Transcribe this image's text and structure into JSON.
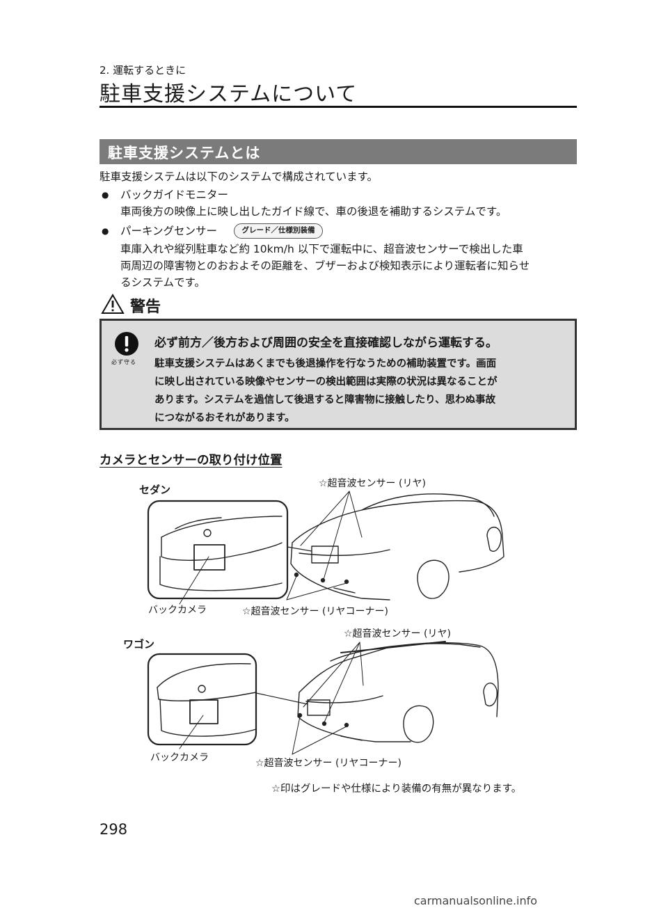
{
  "header": {
    "breadcrumb": "2. 運転するときに",
    "title": "駐車支援システムについて"
  },
  "section": {
    "title": "駐車支援システムとは"
  },
  "intro": "駐車支援システムは以下のシステムで構成されています。",
  "items": [
    {
      "bullet": "●",
      "name": "バックガイドモニター",
      "desc": "車両後方の映像上に映し出したガイド線で、車の後退を補助するシステムです。"
    },
    {
      "bullet": "●",
      "name": "パーキングセンサー",
      "badge": "グレード／仕様別装備",
      "desc_lines": [
        "車庫入れや縦列駐車など約 10km/h 以下で運転中に、超音波センサーで検出した車",
        "両周辺の障害物とのおおよその距離を、ブザーおよび検知表示により運転者に知らせ",
        "るシステムです。"
      ]
    }
  ],
  "warning": {
    "label": "警告",
    "must_label": "必ず守る",
    "lead": "必ず前方／後方および周囲の安全を直接確認しながら運転する。",
    "body_lines": [
      "駐車支援システムはあくまでも後退操作を行なうための補助装置です。画面",
      "に映し出されている映像やセンサーの検出範囲は実際の状況は異なることが",
      "あります。システムを過信して後退すると障害物に接触したり、思わぬ事故",
      "につながるおそれがあります。"
    ]
  },
  "figure": {
    "heading": "カメラとセンサーの取り付け位置",
    "sedan": {
      "label": "セダン",
      "rear_sensor": "☆超音波センサー (リヤ)",
      "camera": "バックカメラ",
      "corner_sensor": "☆超音波センサー (リヤコーナー)"
    },
    "wagon": {
      "label": "ワゴン",
      "rear_sensor": "☆超音波センサー (リヤ)",
      "camera": "バックカメラ",
      "corner_sensor": "☆超音波センサー (リヤコーナー)"
    },
    "footnote": "☆印はグレードや仕様により装備の有無が異なります。"
  },
  "page_number": "298",
  "watermark": "carmanualsonline.info"
}
